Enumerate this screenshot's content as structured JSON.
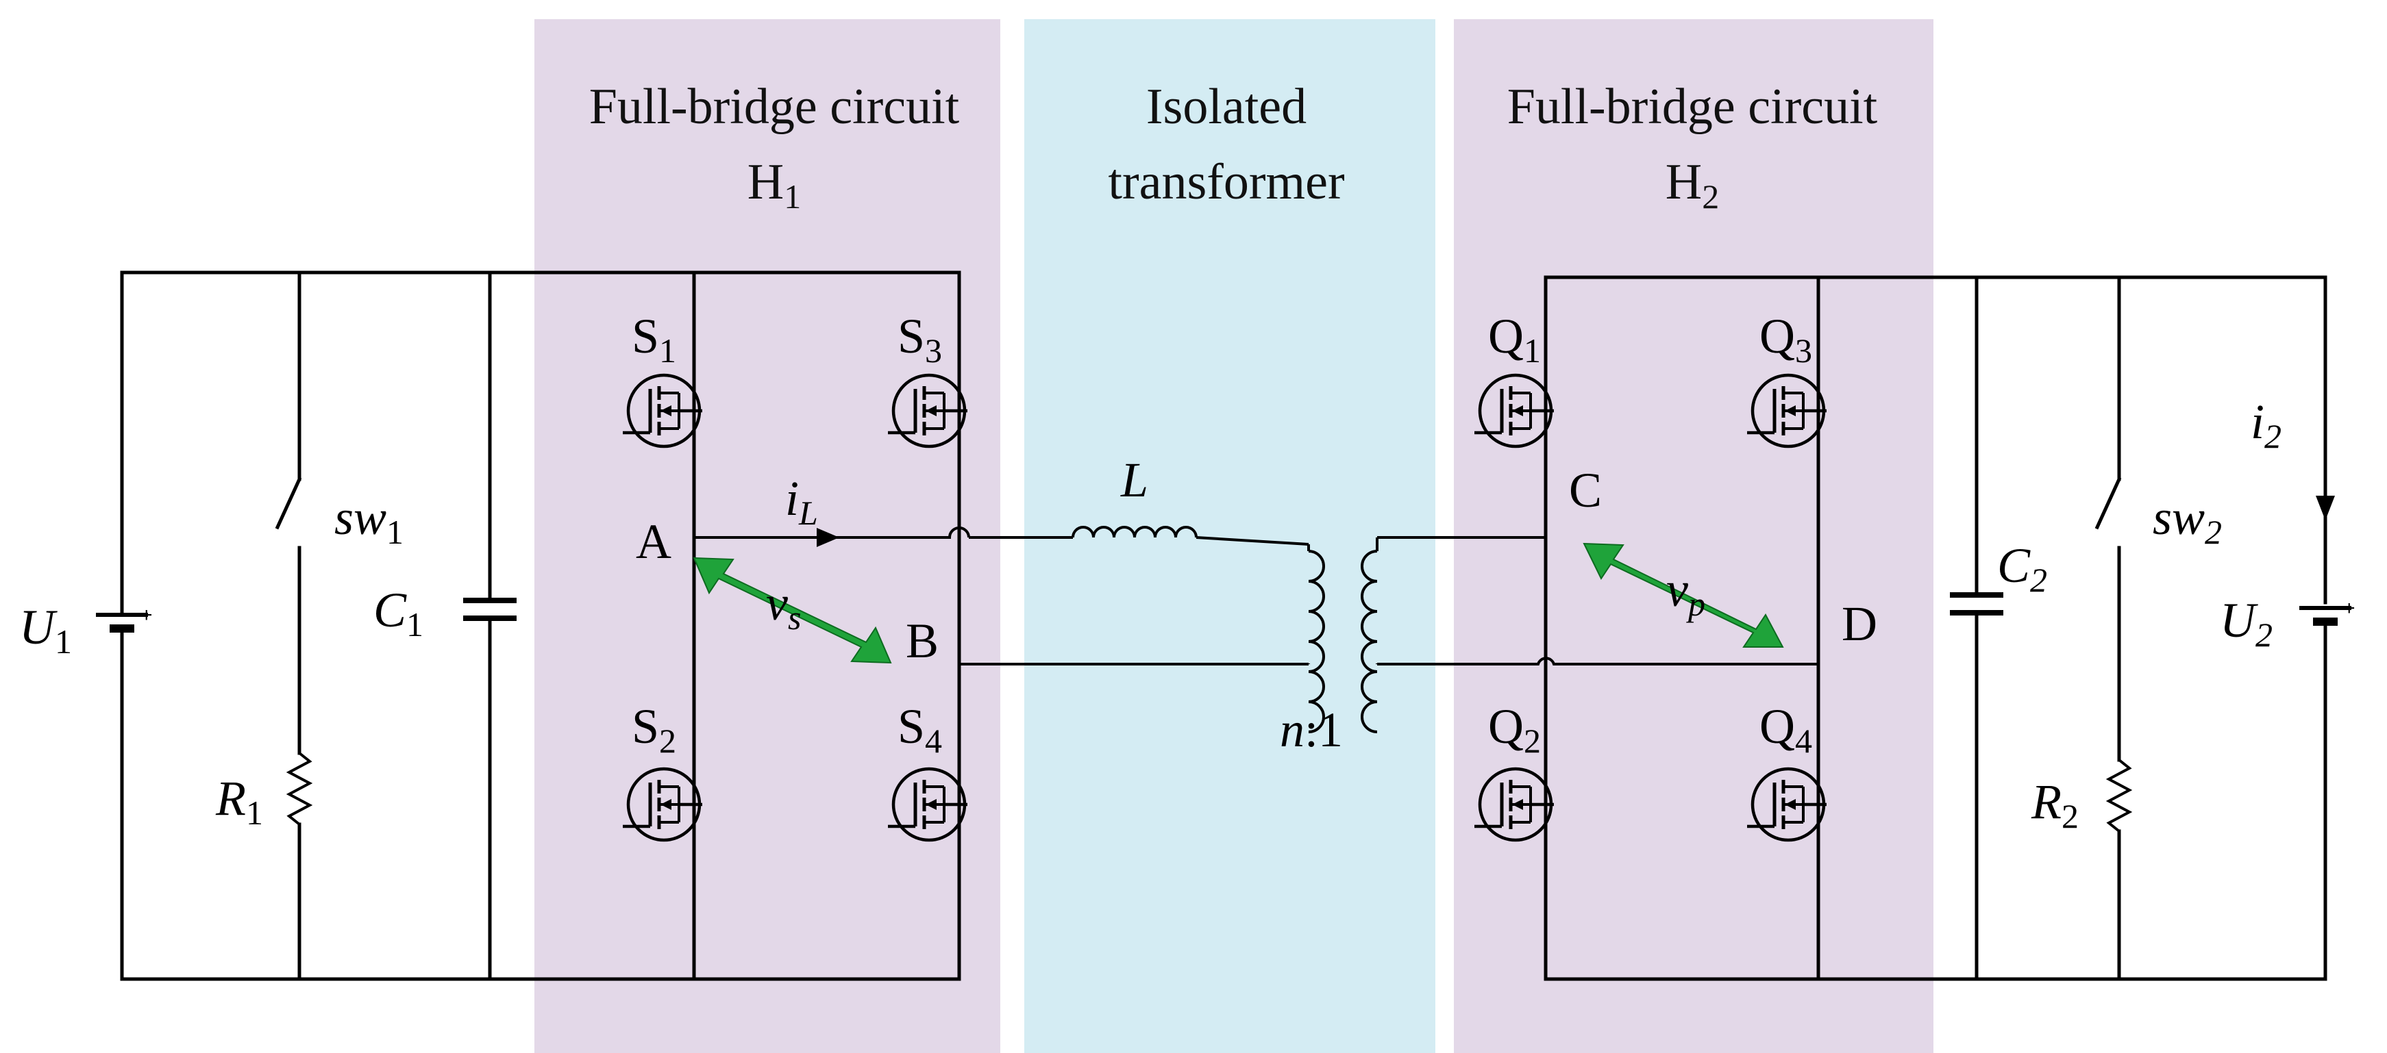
{
  "sections": {
    "h1": {
      "title_line1": "Full-bridge circuit",
      "title_line2": "H",
      "title_sub": "1"
    },
    "transformer": {
      "title_line1": "Isolated",
      "title_line2": "transformer"
    },
    "h2": {
      "title_line1": "Full-bridge circuit",
      "title_line2": "H",
      "title_sub": "2"
    }
  },
  "colors": {
    "bridge_bg": "#e3d8e8",
    "transformer_bg": "#d4ecf3",
    "arrow": "#1fa33a"
  },
  "labels": {
    "u1": {
      "main": "U",
      "sub": "1"
    },
    "u2": {
      "main": "U",
      "sub": "2"
    },
    "r1": {
      "main": "R",
      "sub": "1"
    },
    "r2": {
      "main": "R",
      "sub": "2"
    },
    "c1": {
      "main": "C",
      "sub": "1"
    },
    "c2": {
      "main": "C",
      "sub": "2"
    },
    "sw1": {
      "main": "sw",
      "sub": "1"
    },
    "sw2": {
      "main": "sw",
      "sub": "2"
    },
    "s1": {
      "main": "S",
      "sub": "1"
    },
    "s2": {
      "main": "S",
      "sub": "2"
    },
    "s3": {
      "main": "S",
      "sub": "3"
    },
    "s4": {
      "main": "S",
      "sub": "4"
    },
    "q1": {
      "main": "Q",
      "sub": "1"
    },
    "q2": {
      "main": "Q",
      "sub": "2"
    },
    "q3": {
      "main": "Q",
      "sub": "3"
    },
    "q4": {
      "main": "Q",
      "sub": "4"
    },
    "il": {
      "main": "i",
      "sub": "L"
    },
    "i2": {
      "main": "i",
      "sub": "2"
    },
    "vs": {
      "main": "v",
      "sub": "s"
    },
    "vp": {
      "main": "v",
      "sub": "p"
    },
    "inductor": "L",
    "ratio": {
      "n": "n",
      "rest": ":1"
    },
    "node_a": "A",
    "node_b": "B",
    "node_c": "C",
    "node_d": "D"
  }
}
